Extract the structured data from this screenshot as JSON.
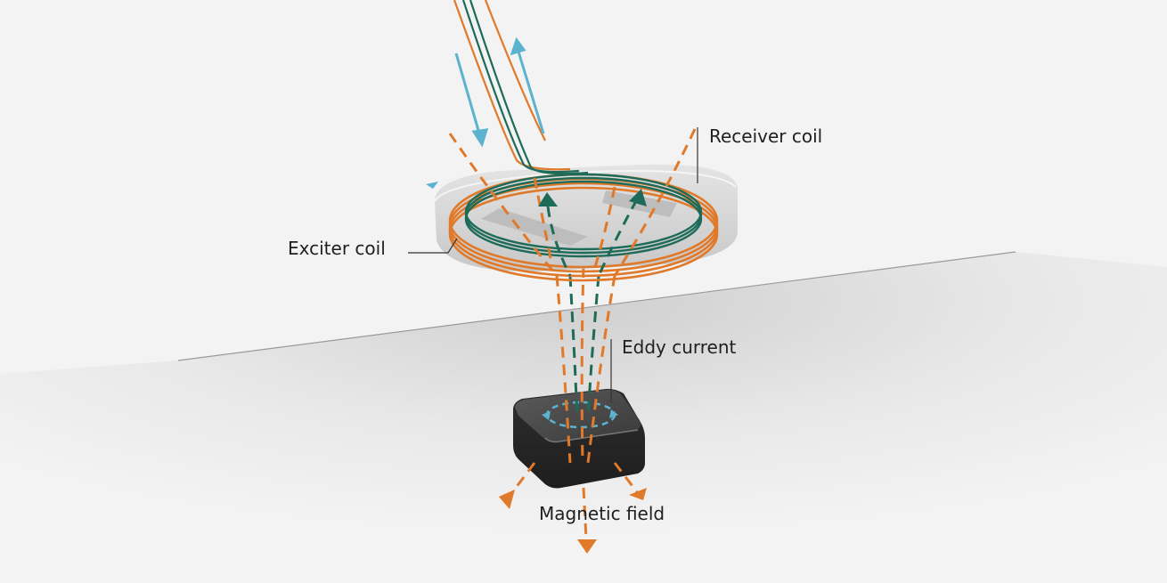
{
  "labels": {
    "receiver_coil": "Receiver coil",
    "exciter_coil": "Exciter coil",
    "eddy_current": "Eddy current",
    "magnetic_field": "Magnetic field"
  },
  "colors": {
    "background": "#f3f3f3",
    "exciter_orange": "#e07a2a",
    "receiver_green": "#1f6b5a",
    "current_blue": "#5bb3cf",
    "target_dark": "#3a3a3a",
    "housing_gray": "#d8d8d8"
  },
  "icons": {
    "current_arrow": "arrow-icon",
    "field_arrow": "arrow-icon"
  }
}
